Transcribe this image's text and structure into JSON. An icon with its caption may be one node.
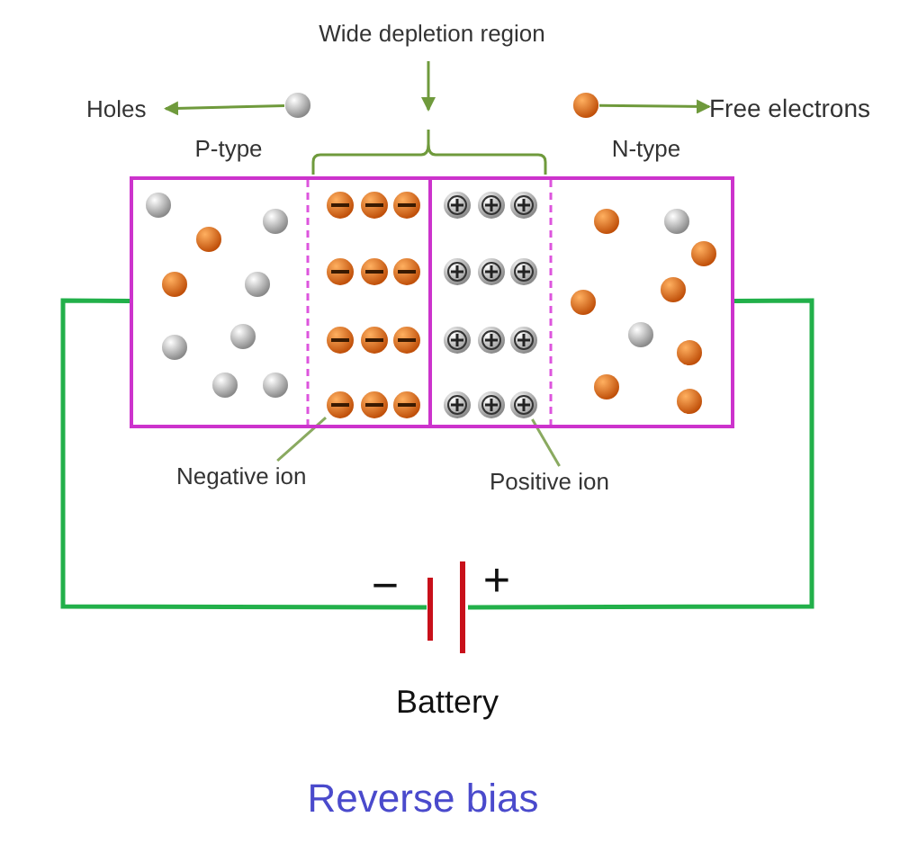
{
  "diagram": {
    "caption": "Reverse bias",
    "nodes": [
      {
        "text": [
          "Holes"
        ]
      },
      {
        "text": [],
        "shape": "circle"
      },
      {
        "text": [],
        "shape": "circle"
      },
      {
        "text": [
          "Free electrons"
        ]
      },
      {
        "text": [],
        "shape": "box"
      },
      {
        "text": [],
        "shape": "circle",
        "in": 4
      },
      {
        "text": [],
        "shape": "circle",
        "in": 4
      },
      {
        "text": [
          "Negative ion"
        ]
      },
      {
        "text": [
          "Positive ion"
        ]
      },
      {
        "text": [],
        "shape": "battery",
        "beside": [
          "Battery"
        ]
      }
    ],
    "edges": [
      {
        "from": 1,
        "to": 0,
        "arrow": "to"
      },
      {
        "from": 2,
        "to": 3,
        "arrow": "to"
      },
      {
        "from": 7,
        "to": 5,
        "arrow": "none"
      },
      {
        "from": 8,
        "to": 6,
        "arrow": "none"
      },
      {
        "from": 4,
        "to": 9,
        "arrow": "none"
      },
      {
        "from": 9,
        "to": 4,
        "arrow": "none"
      }
    ],
    "labels": [
      "Wide depletion region",
      "P-type",
      "N-type",
      "−",
      "+"
    ]
  }
}
